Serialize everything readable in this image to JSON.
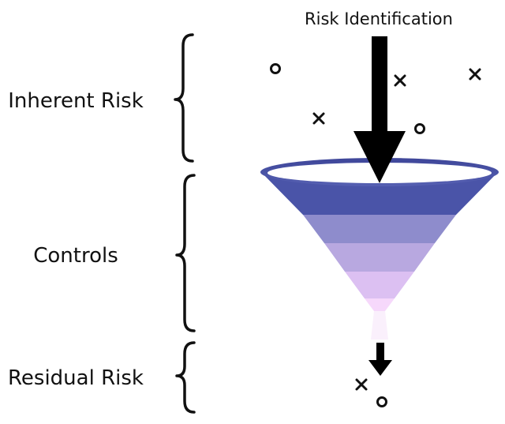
{
  "diagram": {
    "title": "Risk Identification",
    "stages": [
      {
        "label": "Inherent Risk"
      },
      {
        "label": "Controls"
      },
      {
        "label": "Residual Risk"
      }
    ],
    "funnel_colors": [
      "#4a54a8",
      "#8e8ccc",
      "#b8a8e0",
      "#dcc0f2",
      "#f6d8fb",
      "#faf0fc"
    ],
    "funnel_rim_color": "#4a54a8"
  }
}
